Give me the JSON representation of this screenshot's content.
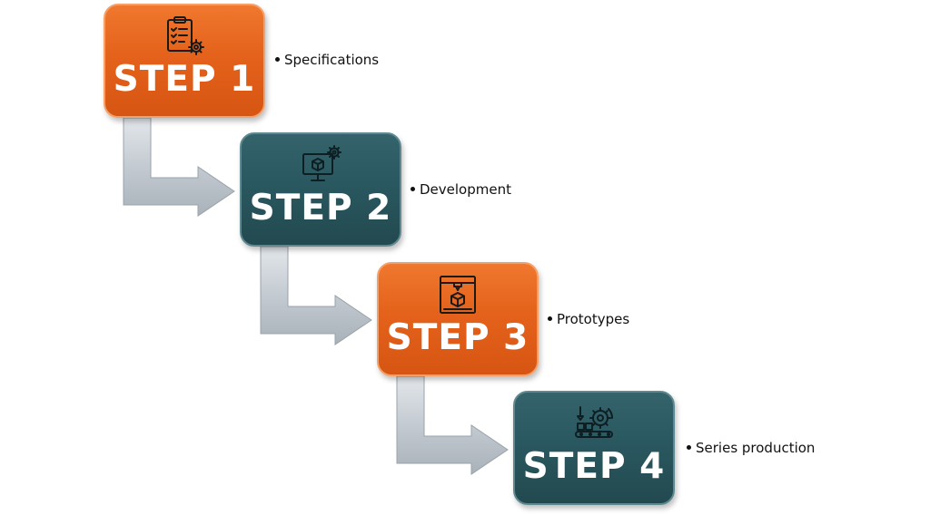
{
  "steps": [
    {
      "label": "STEP 1",
      "description": "Specifications",
      "color": "orange",
      "icon": "clipboard-gear-icon"
    },
    {
      "label": "STEP 2",
      "description": "Development",
      "color": "teal",
      "icon": "monitor-cube-gear-icon"
    },
    {
      "label": "STEP 3",
      "description": "Prototypes",
      "color": "orange",
      "icon": "3d-printer-icon"
    },
    {
      "label": "STEP 4",
      "description": "Series production",
      "color": "teal",
      "icon": "production-line-gear-icon"
    }
  ],
  "colors": {
    "orange": "#e4621b",
    "teal": "#2a5860",
    "arrow": "#c5ccd3"
  }
}
